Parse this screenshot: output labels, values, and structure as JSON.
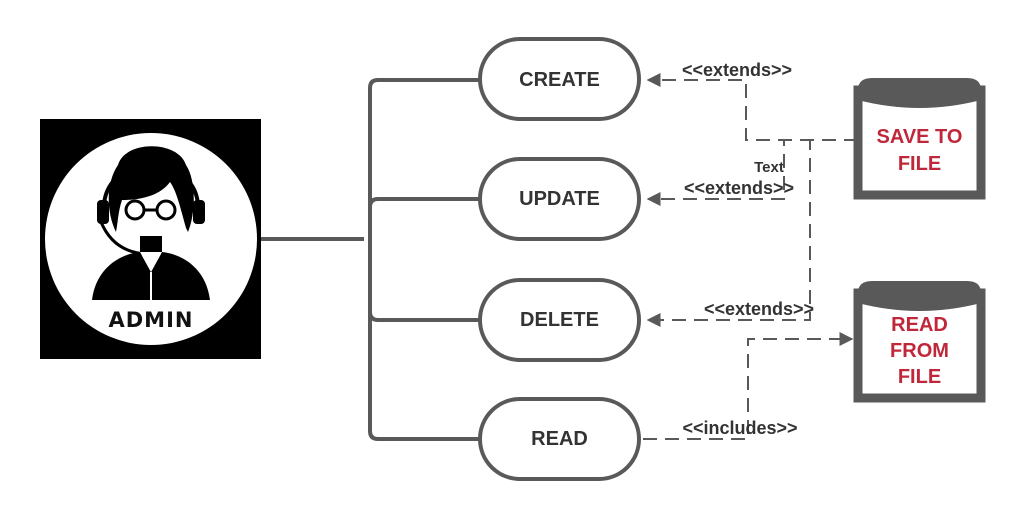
{
  "actor": {
    "label": "ADMIN",
    "icon": "admin-headset-icon"
  },
  "use_cases": {
    "create": "CREATE",
    "update": "UPDATE",
    "delete": "DELETE",
    "read": "READ"
  },
  "data_stores": {
    "save_line1": "SAVE TO",
    "save_line2": "FILE",
    "read_line1": "READ",
    "read_line2": "FROM",
    "read_line3": "FILE"
  },
  "relations": {
    "create_extends": "<<extends>>",
    "update_extends": "<<extends>>",
    "delete_extends": "<<extends>>",
    "read_includes": "<<includes>>"
  },
  "note": "Text",
  "colors": {
    "line": "#595959",
    "store_text": "#c0273a",
    "actor_bg": "#000000"
  }
}
